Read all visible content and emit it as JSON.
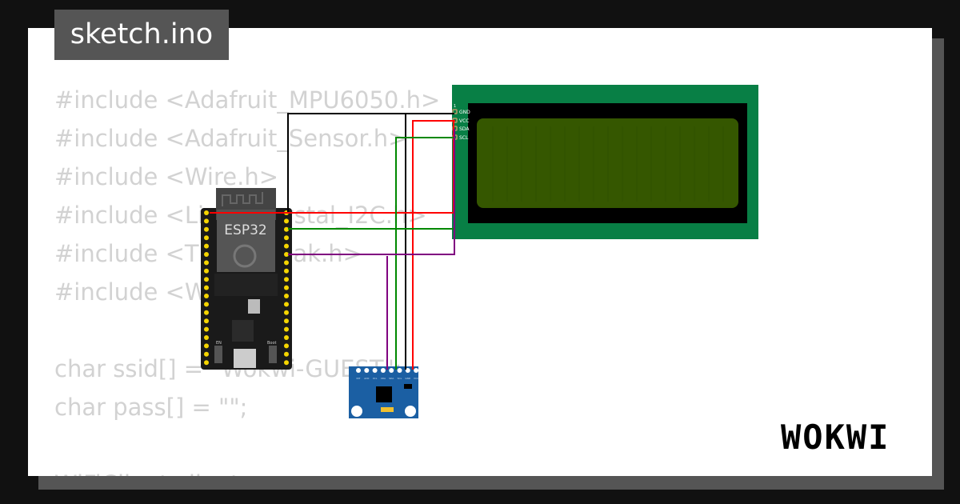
{
  "title": "sketch.ino",
  "code_lines": [
    "#include <Adafruit_MPU6050.h>",
    "#include <Adafruit_Sensor.h>",
    "#include <Wire.h>",
    "#include <LiquidCrystal_I2C.h>",
    "#include <ThingSpeak.h>",
    "#include <WiFi.h>",
    "",
    "char ssid[] = \"Wokwi-GUEST\";",
    "char pass[] = \"\";",
    "",
    "WiFiClient client;"
  ],
  "esp32": {
    "label": "ESP32",
    "en_label": "EN",
    "boot_label": "Boot"
  },
  "lcd": {
    "pin_number": "1",
    "pins": [
      "GND",
      "VCC",
      "SDA",
      "SCL"
    ],
    "screen_color": "#355700",
    "board_color": "#087f45"
  },
  "mpu6050": {
    "pins": [
      "INT",
      "AD0",
      "XCL",
      "XDA",
      "SDA",
      "SCL",
      "GND",
      "VCC"
    ],
    "board_color": "#1b5fa3"
  },
  "wire_colors": {
    "gnd": "#000000",
    "vcc": "#ff0000",
    "scl": "#008000",
    "sda": "#800080"
  },
  "logo": "WOKWI"
}
